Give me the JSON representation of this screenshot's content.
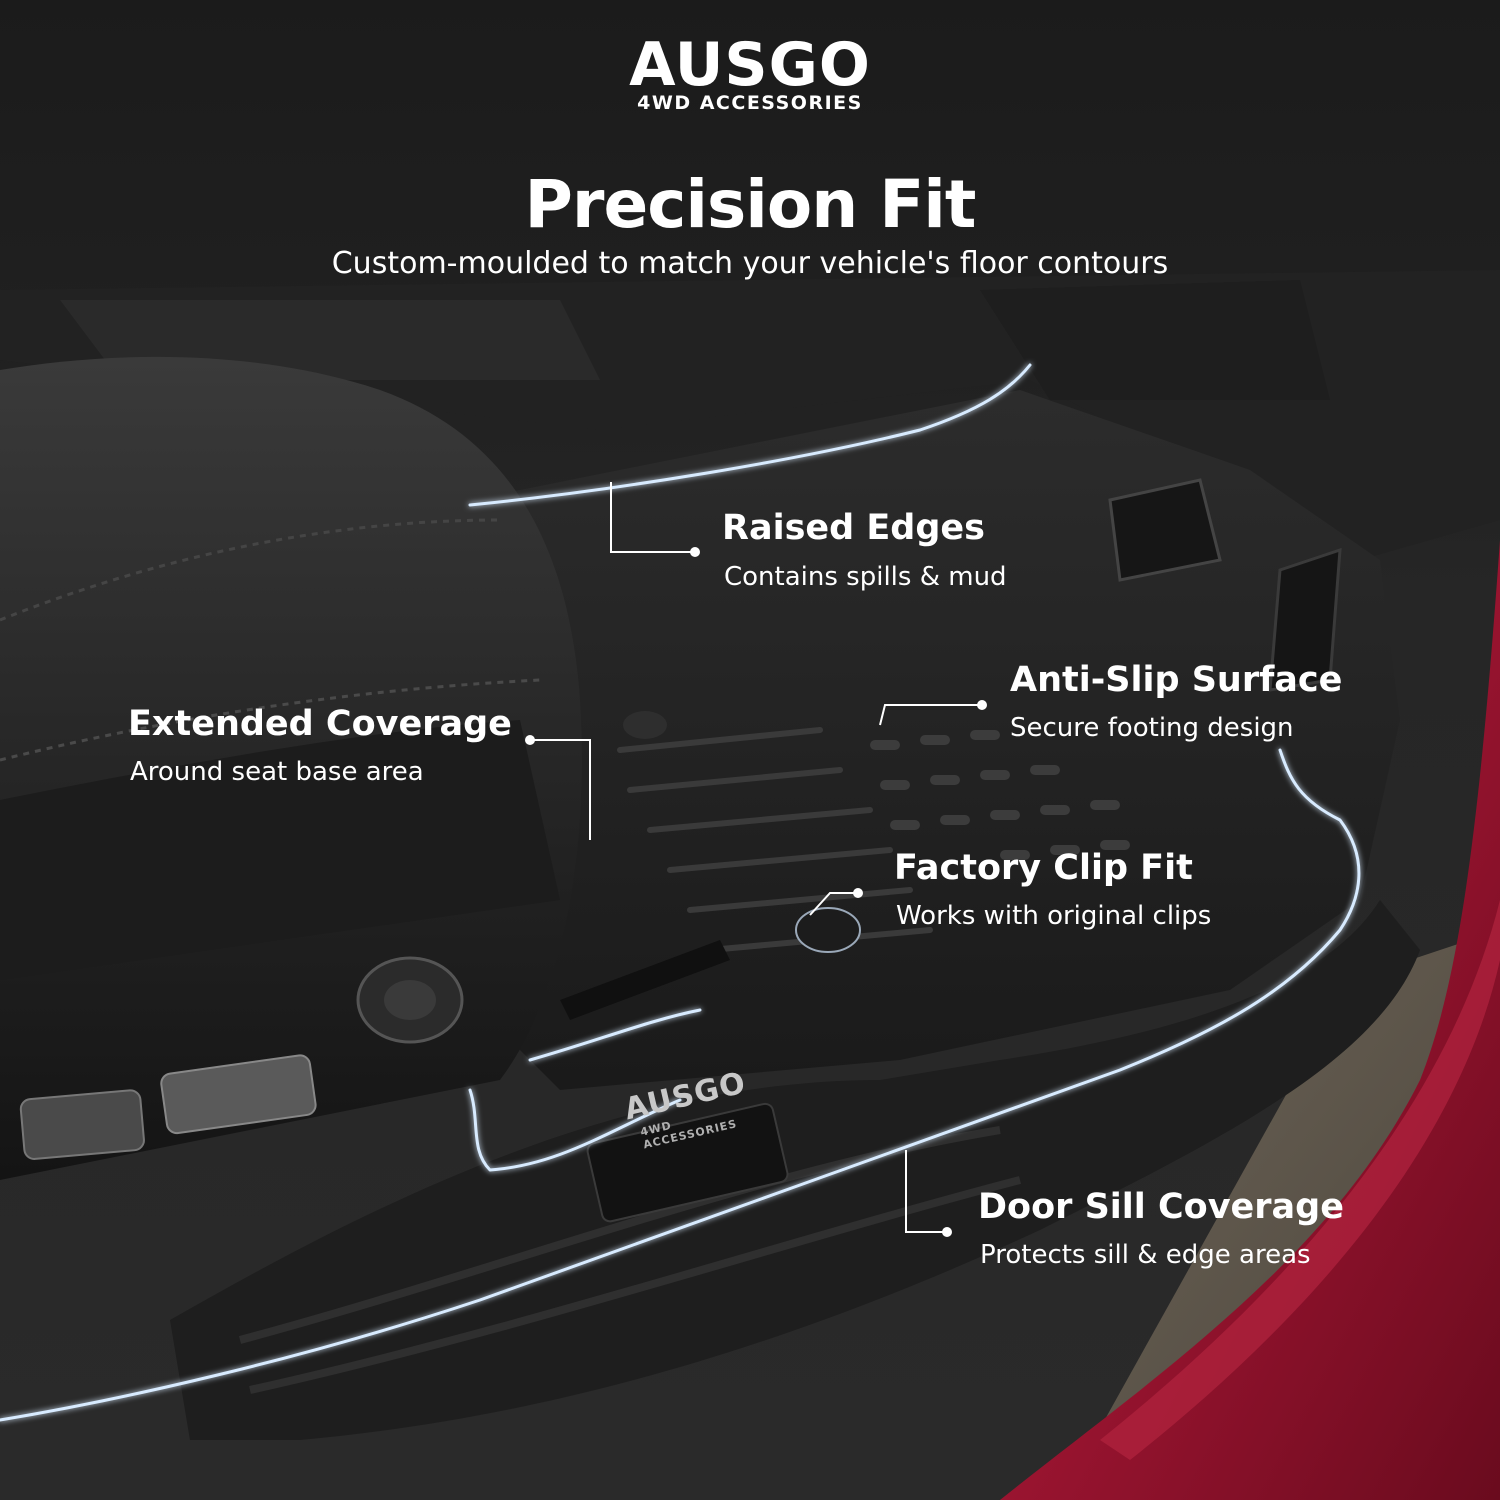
{
  "header": {
    "brand": "AUSGO",
    "brand_sub": "4WD ACCESSORIES",
    "title": "Precision Fit",
    "subtitle": "Custom-moulded to match your vehicle's floor contours"
  },
  "features": [
    {
      "title": "Raised Edges",
      "desc": "Contains spills & mud"
    },
    {
      "title": "Anti-Slip Surface",
      "desc": "Secure footing design"
    },
    {
      "title": "Extended Coverage",
      "desc": "Around seat base area"
    },
    {
      "title": "Factory Clip Fit",
      "desc": "Works with original clips"
    },
    {
      "title": "Door Sill Coverage",
      "desc": "Protects sill & edge areas"
    }
  ],
  "sill_badge": {
    "brand": "AUSGO",
    "sub": "4WD ACCESSORIES"
  },
  "colors": {
    "background": "#1c1c1c",
    "text": "#ffffff",
    "outline_glow": "#cfe4ff",
    "car_body": "#8a1026"
  }
}
